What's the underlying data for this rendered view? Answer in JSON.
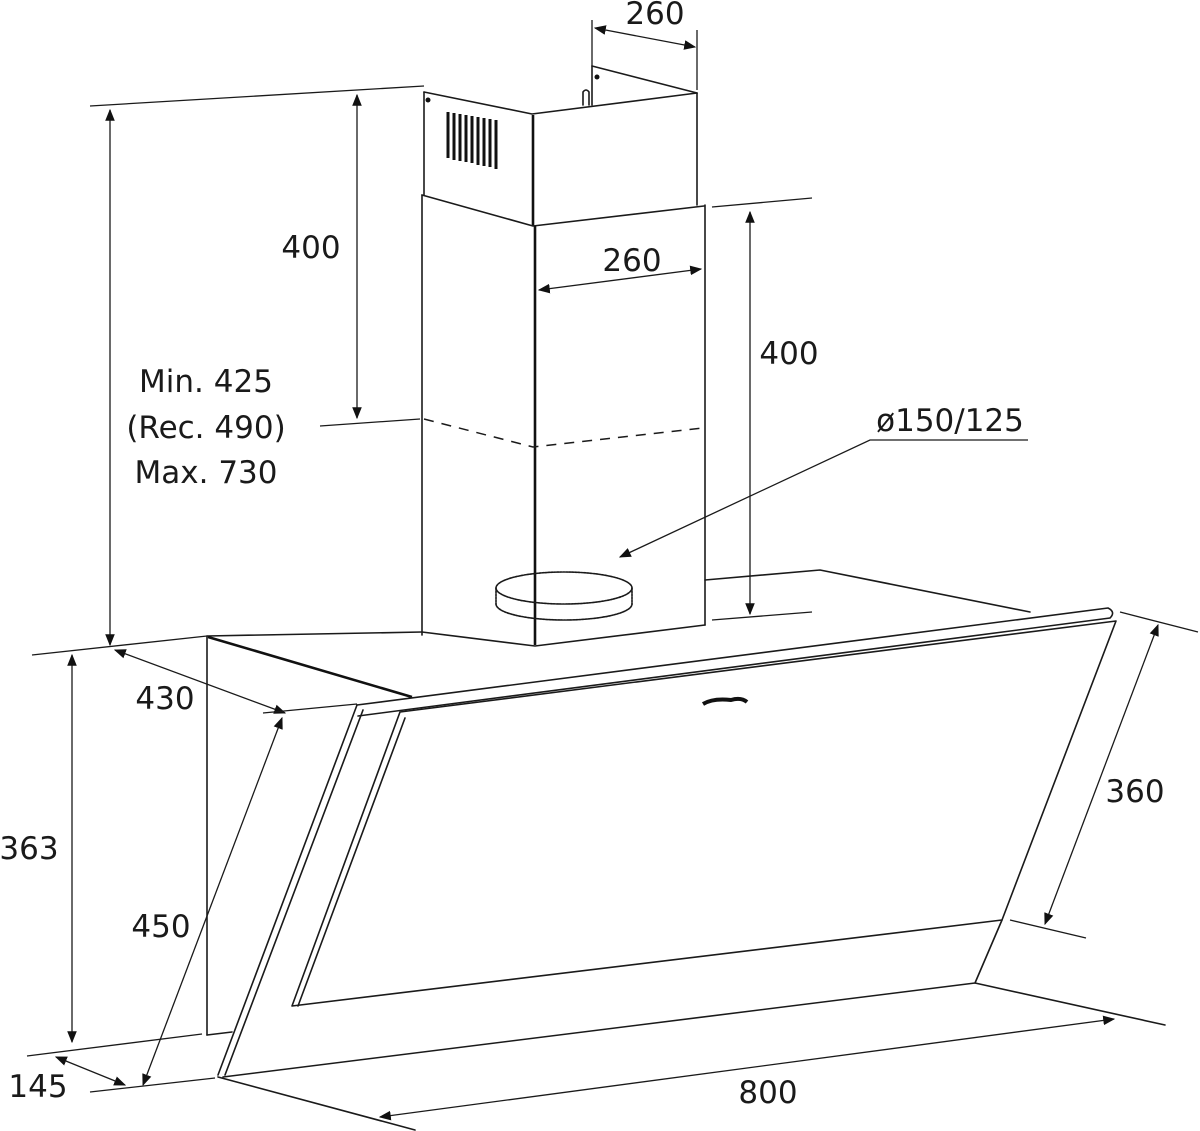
{
  "diagram": {
    "subject": "Angled chimney cooker hood dimension drawing",
    "units": "mm",
    "colors": {
      "line": "#1a1a1a",
      "background": "#ffffff"
    },
    "dimensions": {
      "chimney_upper_width": "260",
      "chimney_lower_width": "260",
      "chimney_upper_height": "400",
      "chimney_lower_height": "400",
      "chimney_total_height_min": "Min. 425",
      "chimney_total_height_rec": "(Rec. 490)",
      "chimney_total_height_max": "Max. 730",
      "duct_diameter": "ø150/125",
      "body_depth": "430",
      "body_height": "363",
      "glass_slant_height": "450",
      "glass_panel_height": "360",
      "bottom_depth": "145",
      "total_width": "800"
    },
    "components": [
      "upper-chimney-section",
      "lower-chimney-section",
      "ventilation-grille",
      "exhaust-duct-collar",
      "hood-body",
      "angled-glass-panel",
      "brand-logo"
    ]
  }
}
